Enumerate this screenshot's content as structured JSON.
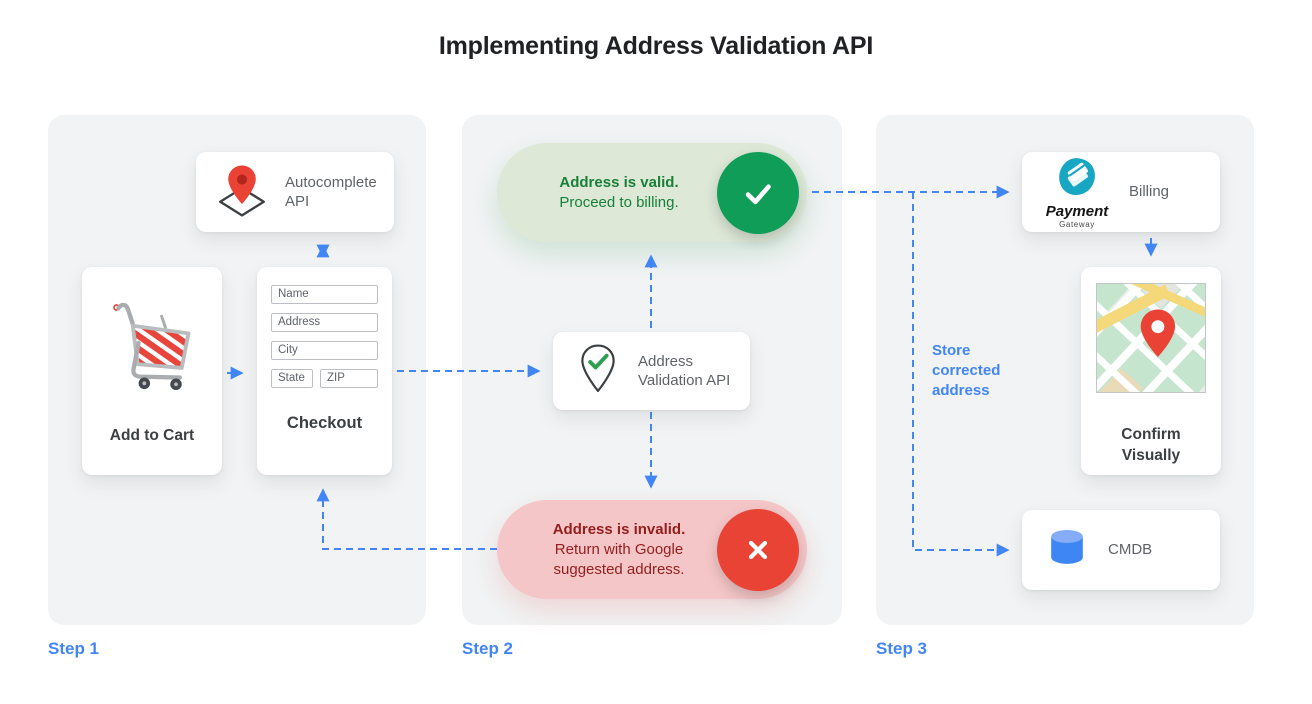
{
  "title": "Implementing Address Validation API",
  "colors": {
    "arrow_blue": "#4285f4",
    "valid_green": "#0f9d58",
    "invalid_red": "#e94335",
    "panel_gray": "#f1f3f4",
    "valid_pill_bg": "#dde8d7",
    "invalid_pill_bg": "#f5c6c7"
  },
  "step1": {
    "label": "Step 1",
    "autocomplete_card": {
      "label": "Autocomplete API"
    },
    "add_to_cart_card": {
      "label": "Add to Cart"
    },
    "checkout_card": {
      "label": "Checkout",
      "fields": [
        "Name",
        "Address",
        "City",
        "State",
        "ZIP"
      ]
    }
  },
  "step2": {
    "label": "Step 2",
    "valid_pill": {
      "title": "Address is valid.",
      "subtitle": "Proceed to billing."
    },
    "validation_card": {
      "label": "Address Validation API"
    },
    "invalid_pill": {
      "title": "Address is invalid.",
      "subtitle": "Return with Google suggested address."
    }
  },
  "step3": {
    "label": "Step 3",
    "billing_card": {
      "label": "Billing",
      "logo_title": "Payment",
      "logo_subtitle": "Gateway"
    },
    "confirm_card": {
      "label": "Confirm Visually"
    },
    "cmdb_card": {
      "label": "CMDB"
    },
    "store_note": "Store corrected address"
  }
}
